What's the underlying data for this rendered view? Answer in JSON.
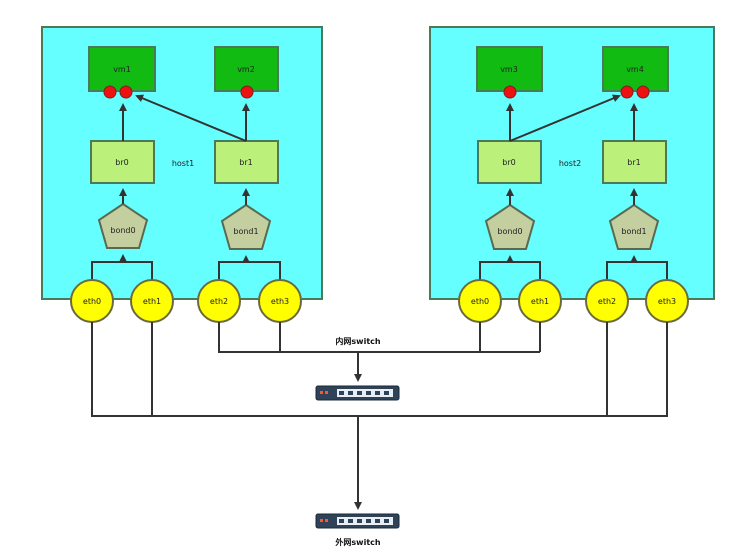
{
  "host1": {
    "label": "host1",
    "vms": [
      "vm1",
      "vm2"
    ],
    "bridges": [
      "br0",
      "br1"
    ],
    "bonds": [
      "bond0",
      "bond1"
    ],
    "nics": [
      "eth0",
      "eth1",
      "eth2",
      "eth3"
    ]
  },
  "host2": {
    "label": "host2",
    "vms": [
      "vm3",
      "vm4"
    ],
    "bridges": [
      "br0",
      "br1"
    ],
    "bonds": [
      "bond0",
      "bond1"
    ],
    "nics": [
      "eth0",
      "eth1",
      "eth2",
      "eth3"
    ]
  },
  "switches": {
    "internal_label": "内网switch",
    "external_label": "外网switch"
  },
  "colors": {
    "host_bg": "#66ffff",
    "host_border": "#4a7a5a",
    "vm_fill": "#11bb11",
    "bridge_fill": "#bbf07a",
    "bond_fill": "#c4cfa0",
    "nic_fill": "#ffff00",
    "vif_fill": "#ee1111"
  }
}
